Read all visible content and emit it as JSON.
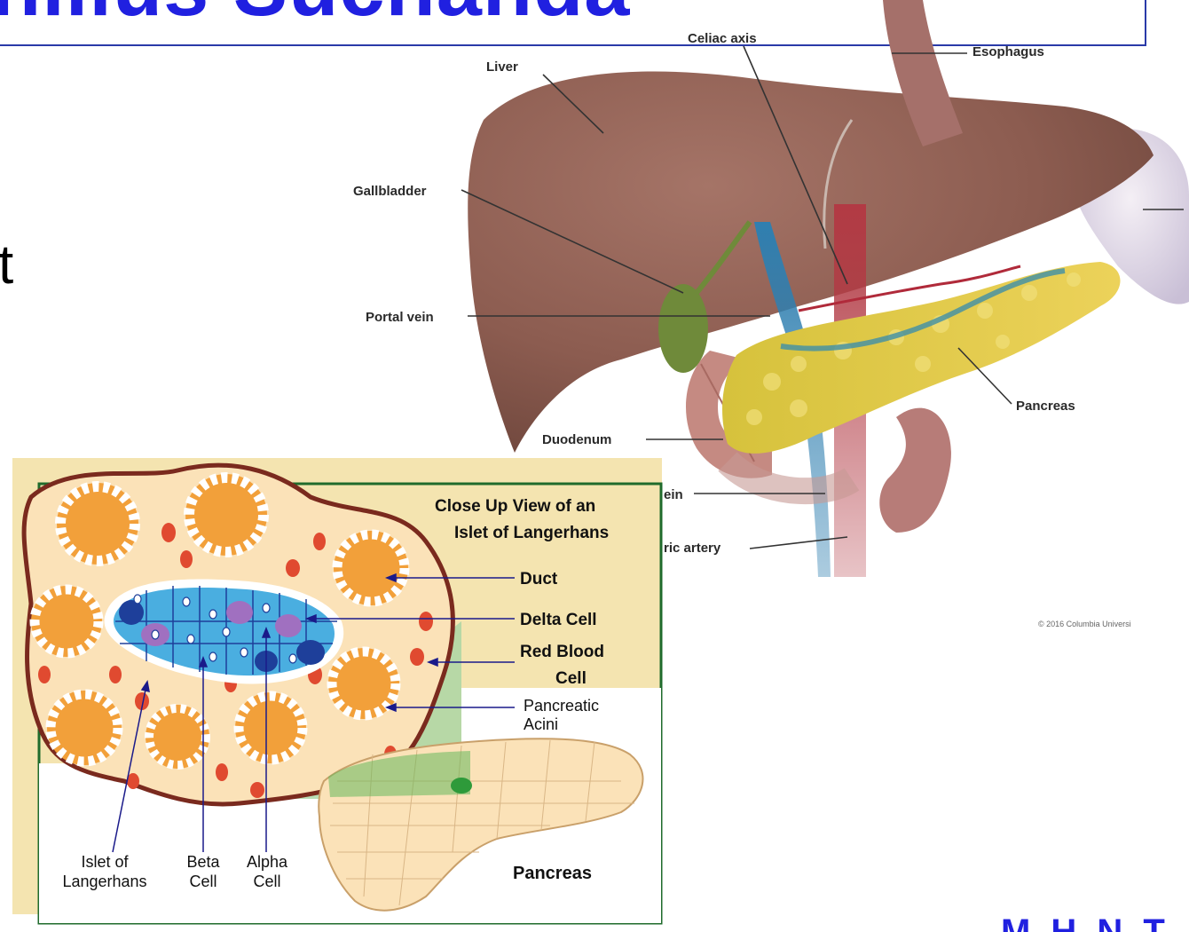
{
  "slide": {
    "title_fragment": "nillus Suchanda",
    "body_fragment": "t",
    "footer_fragment": "M H N T"
  },
  "anatomy": {
    "labels": {
      "celiac_axis": "Celiac axis",
      "esophagus": "Esophagus",
      "liver": "Liver",
      "gallbladder": "Gallbladder",
      "portal_vein": "Portal vein",
      "pancreas": "Pancreas",
      "duodenum": "Duodenum",
      "vein_fragment": "ein",
      "artery_fragment": "ric artery"
    },
    "copyright": "© 2016 Columbia Universi"
  },
  "islet": {
    "title_line1": "Close Up View of an",
    "title_line2": "Islet of Langerhans",
    "labels": {
      "duct": "Duct",
      "delta_cell": "Delta Cell",
      "red_blood_cell_1": "Red Blood",
      "red_blood_cell_2": "Cell",
      "pancreatic_acini_1": "Pancreatic",
      "pancreatic_acini_2": "Acini",
      "islet_of_langerhans_1": "Islet of",
      "islet_of_langerhans_2": "Langerhans",
      "beta_cell_1": "Beta",
      "beta_cell_2": "Cell",
      "alpha_cell_1": "Alpha",
      "alpha_cell_2": "Cell",
      "pancreas": "Pancreas"
    }
  },
  "colors": {
    "title_blue": "#2020e0",
    "liver": "#8c5c50",
    "gallbladder": "#6f8a3a",
    "pancreas": "#d8c23a",
    "aorta": "#b23a44",
    "portal_vein": "#2f7fb0",
    "islet_bg": "#f4e4b0",
    "frame_green": "#1f6b2c",
    "acinus_orange": "#f2a03a",
    "beta_cell": "#4aaee0",
    "delta_cell": "#1e3f9a",
    "alpha_cell": "#a070c0",
    "rbc": "#e04a30"
  }
}
